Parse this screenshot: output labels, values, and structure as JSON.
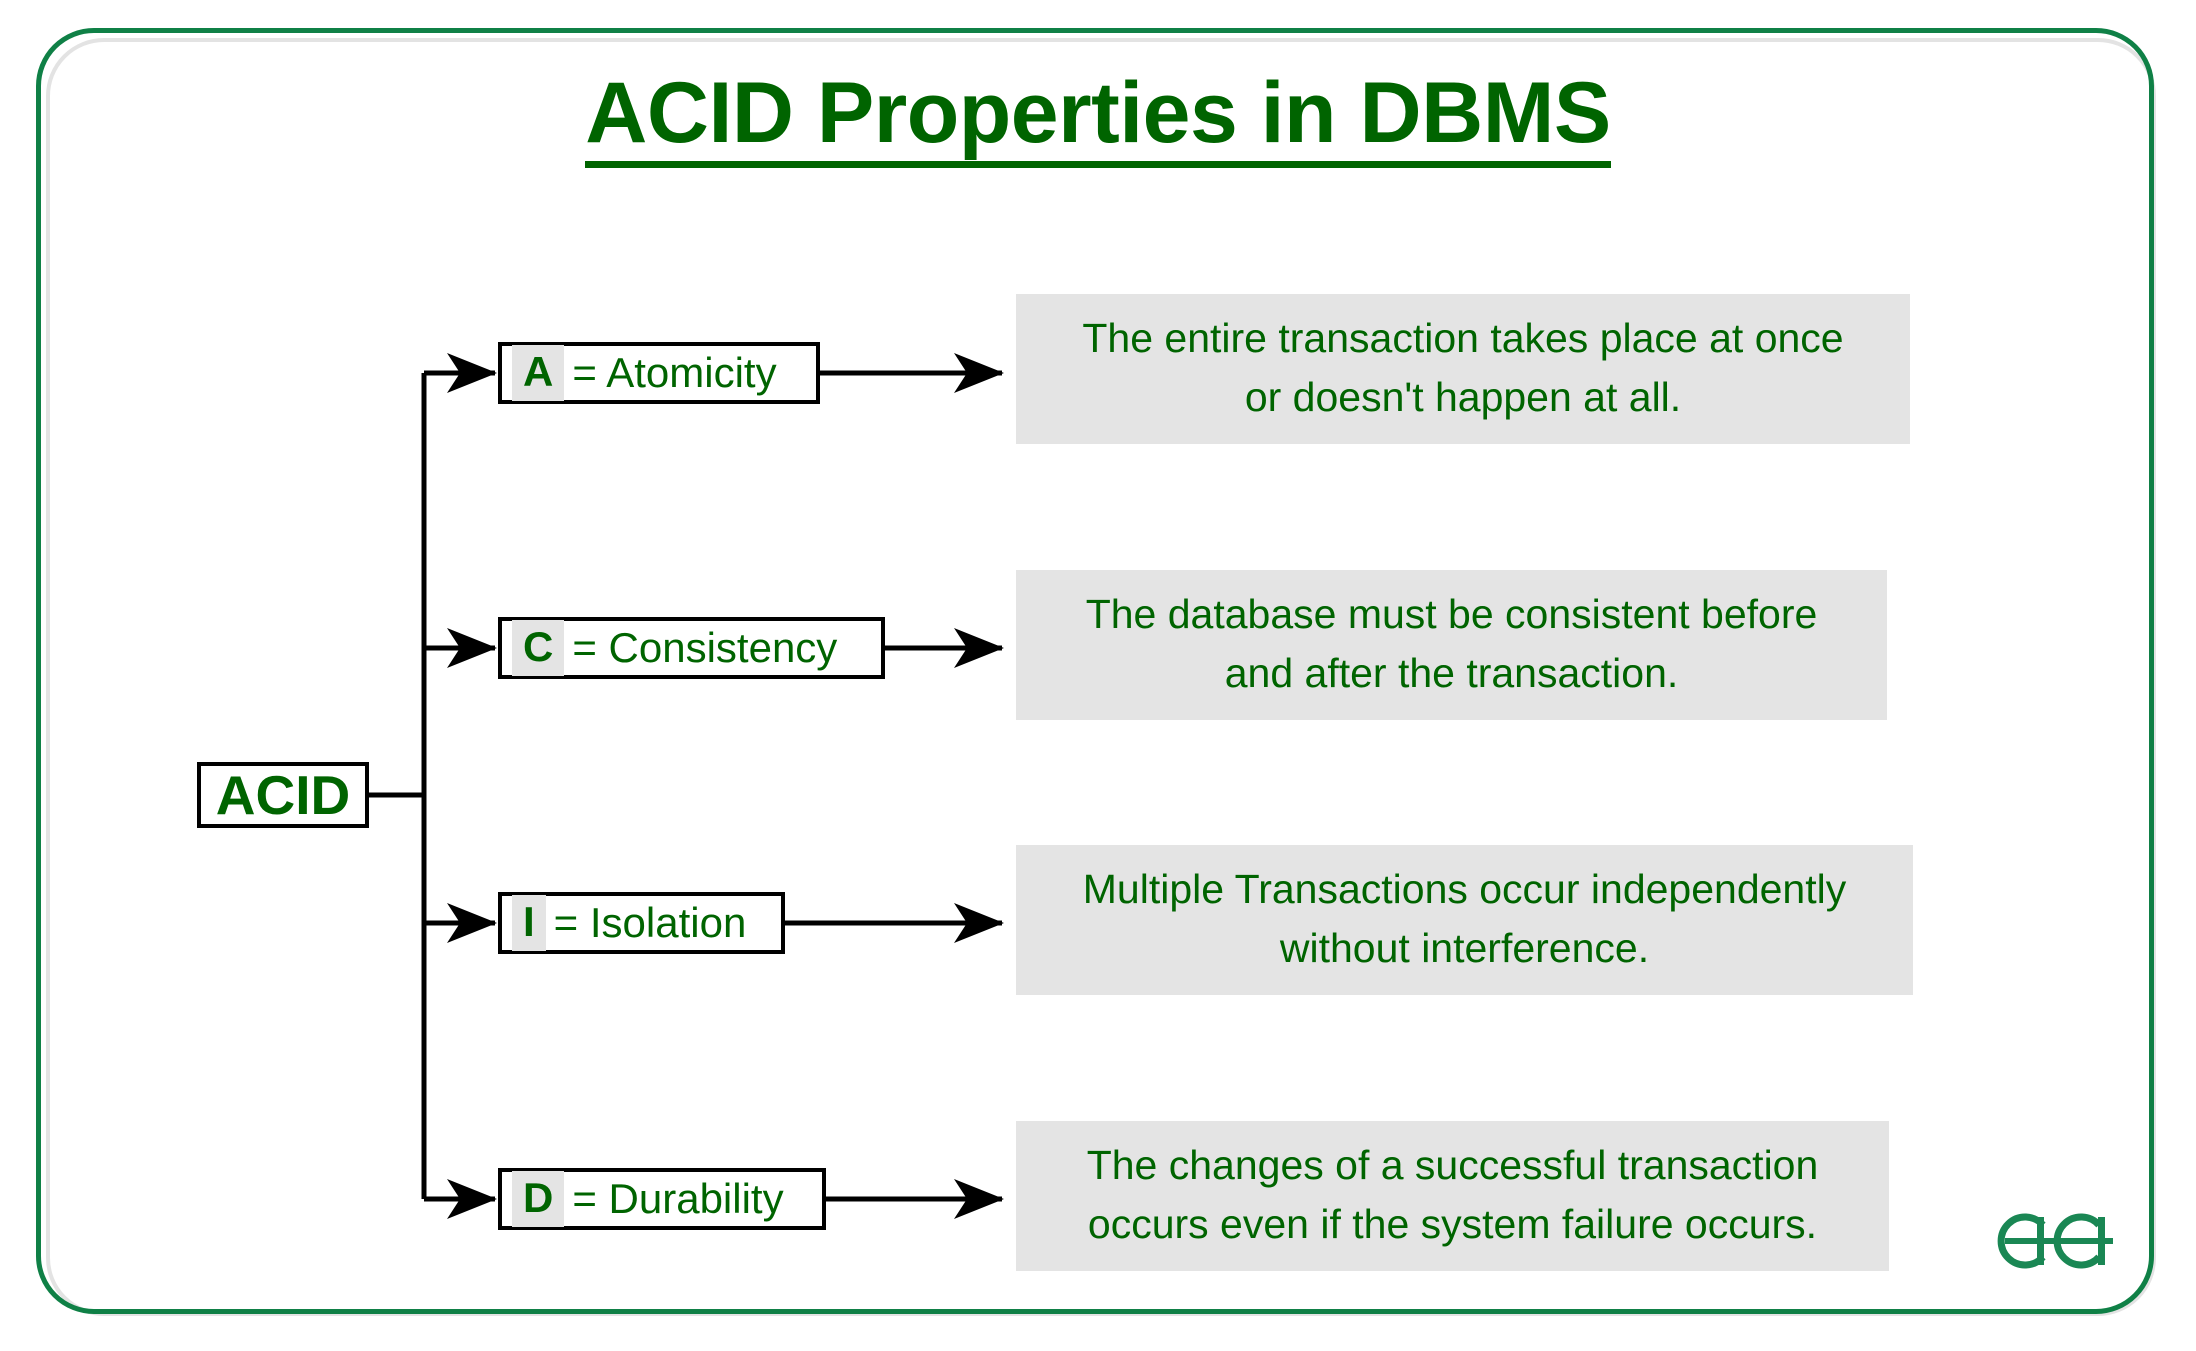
{
  "page": {
    "title": "ACID Properties in DBMS",
    "brand_logo": "geeksforgeeks-logo",
    "colors": {
      "green_text": "#006400",
      "frame_green": "#0f8046",
      "highlight_gray": "#e4e4e4",
      "line_black": "#000000",
      "background": "#ffffff"
    }
  },
  "diagram": {
    "type": "tree",
    "root": {
      "label": "ACID"
    },
    "nodes": [
      {
        "letter": "A",
        "rest": "= Atomicity",
        "full_label": "A = Atomicity",
        "description": "The entire transaction takes place at once or doesn't happen at all.",
        "description_lines": [
          "The entire transaction takes place at once",
          "or doesn't happen at all."
        ]
      },
      {
        "letter": "C",
        "rest": "= Consistency",
        "full_label": "C = Consistency",
        "description": "The database must be consistent before and after the transaction.",
        "description_lines": [
          "The database must be consistent before",
          "and after the transaction."
        ]
      },
      {
        "letter": "I",
        "rest": "= Isolation",
        "full_label": "I = Isolation",
        "description": "Multiple Transactions occur independently without interference.",
        "description_lines": [
          "Multiple Transactions occur independently",
          "without interference."
        ]
      },
      {
        "letter": "D",
        "rest": "= Durability",
        "full_label": "D = Durability",
        "description": "The changes of a successful transaction occurs even if the system failure occurs.",
        "description_lines": [
          "The changes of a successful transaction",
          "occurs even if the system failure occurs."
        ]
      }
    ]
  }
}
